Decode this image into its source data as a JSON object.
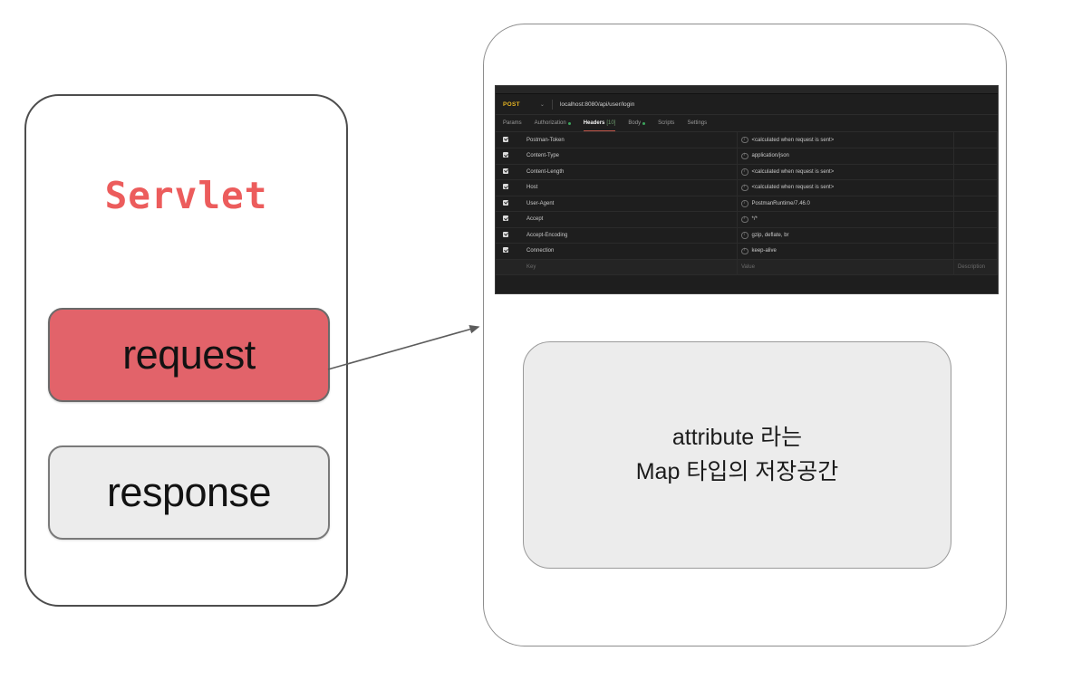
{
  "servlet": {
    "title": "Servlet",
    "title_color": "#ec5c5c",
    "objects": [
      {
        "label": "request",
        "color": "#e2636a"
      },
      {
        "label": "response",
        "color": "#ececec"
      }
    ]
  },
  "arrow": {
    "name": "request-to-detail-arrow"
  },
  "postman": {
    "method": "POST",
    "method_caret": "⌄",
    "url": "localhost:8080/api/user/login",
    "tabs": [
      {
        "label": "Params",
        "active": false,
        "dot": false,
        "count": ""
      },
      {
        "label": "Authorization",
        "active": false,
        "dot": true,
        "count": ""
      },
      {
        "label": "Headers",
        "active": true,
        "dot": false,
        "count": "[10]"
      },
      {
        "label": "Body",
        "active": false,
        "dot": true,
        "count": ""
      },
      {
        "label": "Scripts",
        "active": false,
        "dot": false,
        "count": ""
      },
      {
        "label": "Settings",
        "active": false,
        "dot": false,
        "count": ""
      }
    ],
    "columns": {
      "key": "Key",
      "value": "Value",
      "description": "Description"
    },
    "headers": [
      {
        "checked": true,
        "key": "Postman-Token",
        "value": "<calculated when request is sent>"
      },
      {
        "checked": true,
        "key": "Content-Type",
        "value": "application/json"
      },
      {
        "checked": true,
        "key": "Content-Length",
        "value": "<calculated when request is sent>"
      },
      {
        "checked": true,
        "key": "Host",
        "value": "<calculated when request is sent>"
      },
      {
        "checked": true,
        "key": "User-Agent",
        "value": "PostmanRuntime/7.46.0"
      },
      {
        "checked": true,
        "key": "Accept",
        "value": "*/*"
      },
      {
        "checked": true,
        "key": "Accept-Encoding",
        "value": "gzip, deflate, br"
      },
      {
        "checked": true,
        "key": "Connection",
        "value": "keep-alive"
      }
    ]
  },
  "attribute": {
    "line1": "attribute 라는",
    "line2": "Map 타입의 저장공간"
  }
}
